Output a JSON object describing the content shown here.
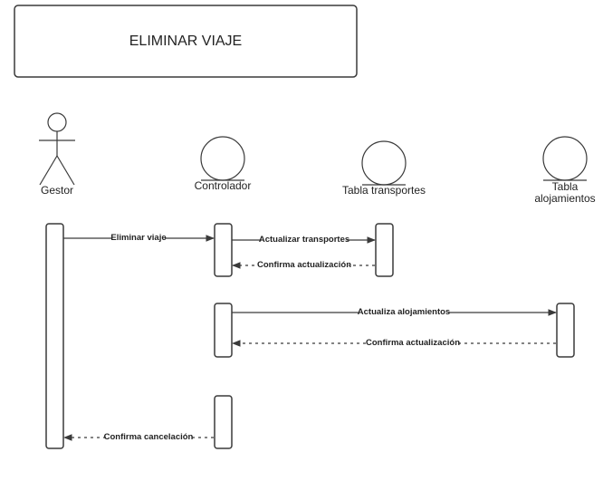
{
  "title": "ELIMINAR VIAJE",
  "participants": {
    "gestor": "Gestor",
    "controlador": "Controlador",
    "transportes": "Tabla transportes",
    "alojamientos_1": "Tabla",
    "alojamientos_2": "alojamientos"
  },
  "messages": {
    "m1": "Eliminar viaje",
    "m2": "Actualizar transportes",
    "m3": "Confirma actualización",
    "m4": "Actualiza alojamientos",
    "m5": "Confirma actualización",
    "m6": "Confirma cancelación"
  }
}
